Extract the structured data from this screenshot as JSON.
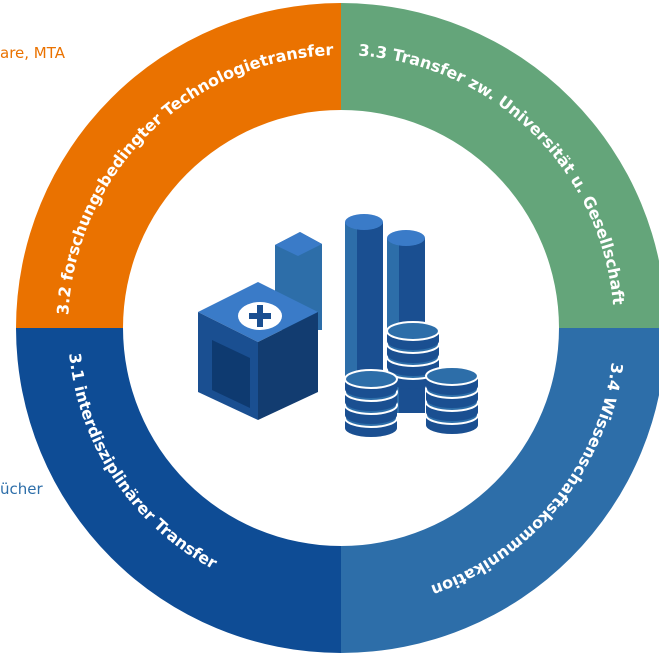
{
  "colors": {
    "orange": "#ea7200",
    "green": "#64a57a",
    "mid_blue": "#2d6ea9",
    "dark_blue": "#0e4c95",
    "building_top": "#3a7bc8",
    "building_front": "#1a4f91",
    "building_side": "#123c70",
    "white": "#ffffff"
  },
  "side_texts": {
    "top": "are, MTA",
    "bottom": "ücher"
  },
  "segments": [
    {
      "key": "s31",
      "label": "3.1 interdisziplinärer Transfer",
      "color": "#0e4c95"
    },
    {
      "key": "s32",
      "label": "3.2 forschungsbedingter Technologietransfer",
      "color": "#ea7200"
    },
    {
      "key": "s33",
      "label": "3.3 Transfer zw. Universität u. Gesellschaft",
      "color": "#64a57a"
    },
    {
      "key": "s34",
      "label": "3.4 Wissenschaftskommunikation",
      "color": "#2d6ea9"
    }
  ],
  "center_icon": "building-and-coins-icon"
}
